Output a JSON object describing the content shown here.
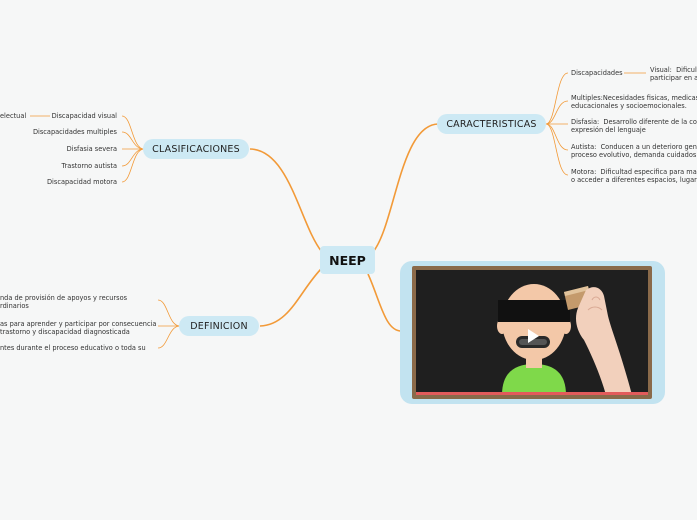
{
  "central_topic": "NEEP",
  "branches": {
    "clasificaciones": {
      "label": "CLASIFICACIONES",
      "children": [
        "Discapacidad visual",
        "Discapacidades multiples",
        "Disfasia severa",
        "Trastorno autista",
        "Discapacidad motora"
      ],
      "extra_left": "electual"
    },
    "definicion": {
      "label": "DEFINICION",
      "children": [
        "nda de provisión de apoyos y recursos\nrdinarios",
        "as para aprender y participar por consecuencia\ntrastorno y discapacidad diagnosticada",
        "ntes durante el proceso educativo o toda su"
      ]
    },
    "caracteristicas": {
      "label": "CARACTERISTICAS",
      "discapacidades": "Discapacidades",
      "visual": "Visual:  Dificult\nparticipar en a",
      "children": [
        "Multiples:Necesidades fisicas, medicas\neducacionales y socioemocionales.",
        "Disfasia:  Desarrollo diferente de la con\nexpresión del lenguaje",
        "Autista:  Conducen a un deterioro gene\nproceso evolutivo, demanda cuidados",
        "Motora:  Dificultad especifica para man\no acceder a diferentes espacios, lugare"
      ]
    }
  },
  "video": {
    "play_icon": "play-icon"
  },
  "colors": {
    "line": "#f29a38",
    "node_bg": "#cde9f4",
    "video_frame": "#c2e3f0"
  }
}
